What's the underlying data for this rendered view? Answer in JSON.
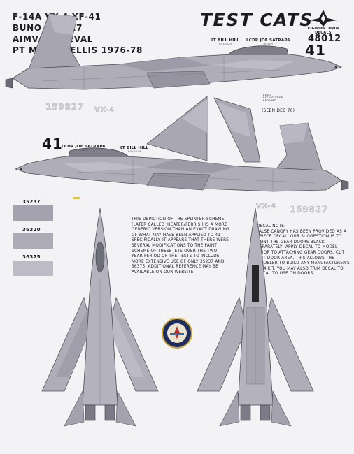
{
  "header": {
    "line1": "F-14A VX-4 XF-41",
    "line2": "BUNO 159827",
    "line3": "AIMVAL/ACEVAL",
    "line4": "PT MUGU/NELLIS 1976-78"
  },
  "title": "TEST CATS",
  "brand": "FIGHTERTOWN DECALS",
  "catalog_number": "48012",
  "profile_top": {
    "pilot": "LT BILL HILL",
    "pilot_callsign": "HILLBILLY",
    "rio": "LCDR JOE SATRAPA",
    "rio_callsign": "HOSER",
    "modex": "41",
    "serial": "159827",
    "unit": "VX-4",
    "stencil": [
      "EVAKT",
      "RSCH STATION",
      "REDFORD"
    ],
    "note": "(SEEN DEC 76)"
  },
  "profile_bottom": {
    "rio": "LCDR JOE SATRAPA",
    "rio_callsign": "HOSER",
    "pilot": "LT BILL HILL",
    "pilot_callsign": "HILLBILLY",
    "modex": "41",
    "serial": "159827",
    "unit": "VX-4"
  },
  "swatches": [
    "35237",
    "36320",
    "36375"
  ],
  "description": "THIS DEPICTION OF THE SPLINTER SCHEME (LATER CALLED 'HEATER/FERRIS') IS A MORE GENERIC VERSION THAN AN EXACT DRAWING OF WHAT MAY HAVE BEEN APPLIED TO 41 SPECIFICALLY. IT APPEARS THAT THERE WERE SEVERAL MODIFICATIONS TO THE PAINT SCHEME OF THESE JETS OVER THE TWO YEAR PERIOD OF THE TESTS TO INCLUDE MORE EXTENSIVE USE OF ONLY 35237 AND 36375. ADDITIONAL REFERENCE MAY BE AVAILABLE ON OUR WEBSITE.",
  "decal_note": {
    "heading": "DECAL NOTE:",
    "text": "FALSE CANOPY HAS BEEN PROVIDED AS A 1PIECE DECAL. OUR SUGGESTION IS TO PAINT THE GEAR DOORS BLACK SEPARATELY, APPLY DECAL TO MODEL PRIOR TO ATTACHING GEAR DOORS. CUT OUT DOOR AREA. THIS ALLOWS THE MODELER TO BUILD ANY MANUFACTURER'S F-14 KIT. YOU MAY ALSO TRIM DECAL TO DECAL TO USE ON DOORS."
  },
  "badge_text": "U.S. NAVY F-14"
}
